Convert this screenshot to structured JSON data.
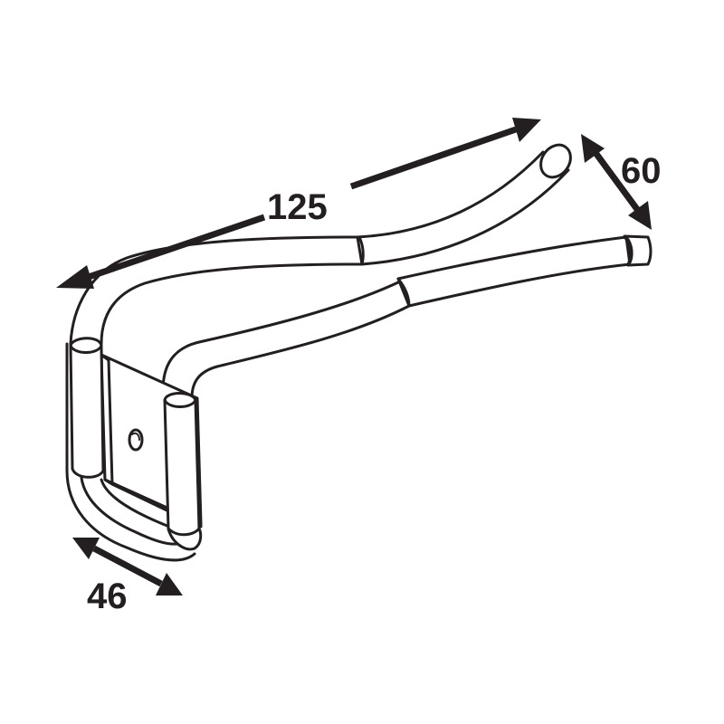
{
  "dimensions": {
    "length": "125",
    "depth": "60",
    "width": "46"
  },
  "colors": {
    "line": "#231f20",
    "background": "#ffffff"
  }
}
